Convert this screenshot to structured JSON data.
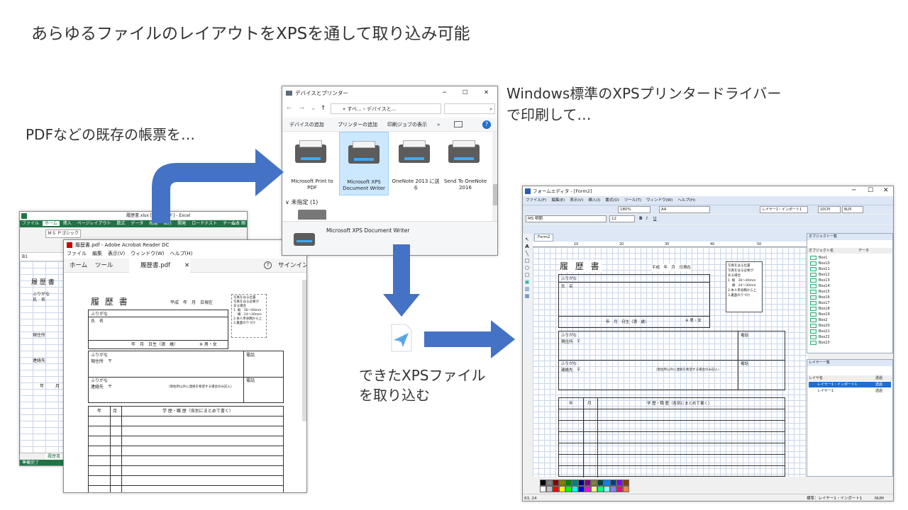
{
  "slide": {
    "title": "あらゆるファイルのレイアウトをXPSを通して取り込み可能",
    "caption_pdf": "PDFなどの既存の帳票を…",
    "caption_driver_1": "Windows標準のXPSプリンタードライバー",
    "caption_driver_2": "で印刷して…",
    "caption_xps_1": "できたXPSファイル",
    "caption_xps_2": "を取り込む"
  },
  "colors": {
    "arrow": "#4472c4",
    "excel_green": "#217346",
    "form_blue": "#cfe0f7",
    "selected": "#cce4f7"
  },
  "excel": {
    "title": "履歴書.xlsx [互換モード] - Excel",
    "tabs": [
      "ファイル",
      "ホーム",
      "挿入",
      "ページレイアウト",
      "数式",
      "データ",
      "校閲",
      "表示",
      "開発",
      "ロードテスト",
      "チーム"
    ],
    "user": "山本 剛",
    "cell_ref": "B1",
    "font": "ＭＳ Ｐゴシック",
    "sheet_tab": "履歴書",
    "status": "準備完了",
    "doc": {
      "title": "履 歴 書",
      "furigana": "ふりがな",
      "name": "氏　名",
      "address": "現住所",
      "contact": "連絡先",
      "year": "年",
      "month": "月"
    }
  },
  "pdf": {
    "title": "履歴書.pdf - Adobe Acrobat Reader DC",
    "menu": [
      "ファイル",
      "編集",
      "表示(V)",
      "ウィンドウ(W)",
      "ヘルプ(H)"
    ],
    "tabs": [
      "ホーム",
      "ツール"
    ],
    "doc_tab": "履歴書.pdf",
    "sign_in": "サインイン",
    "doc": {
      "title": "履 歴 書",
      "date": "平成　年　月　日現在",
      "photo": [
        "写真をはる位置",
        "写真をはる必要が",
        "ある場合",
        "1. 縦　36～40mm",
        "　 横　24～30mm",
        "2.本人単身胸から上",
        "3.裏面のりづけ"
      ],
      "furigana": "ふりがな",
      "name": "氏　名",
      "birth": "年　月　日生（満　歳）",
      "sex": "※ 男・女",
      "address": "現住所　〒",
      "phone": "電話",
      "contact": "連絡先　〒",
      "contact_note": "（現住所以外に連絡を希望する場合のみ記入）",
      "history_year": "年",
      "history_month": "月",
      "history_header": "学 歴・職 歴（各別にまとめて書く）"
    }
  },
  "devices": {
    "title": "デバイスとプリンター",
    "breadcrumb": "« すべ... › デバイスと...",
    "actions": [
      "デバイスの追加",
      "プリンターの追加",
      "印刷ジョブの表示",
      "»"
    ],
    "printers": [
      {
        "label": "Microsoft Print to PDF"
      },
      {
        "label": "Microsoft XPS Document Writer"
      },
      {
        "label": "OneNote 2013 に送る"
      },
      {
        "label": "Send To OneNote 2016"
      }
    ],
    "unspecified": "未指定 (1)",
    "footer_label": "Microsoft XPS Document Writer"
  },
  "form_editor": {
    "title": "フォームエディタ - [Form2]",
    "menu": [
      "ファイル(F)",
      "編集(E)",
      "表示(V)",
      "挿入(I)",
      "書式(O)",
      "ツール(T)",
      "ウィンドウ(W)",
      "ヘルプ(H)"
    ],
    "zoom": "180%",
    "paper": "A4",
    "layer_combo": "レイヤー1・インポート1",
    "cpi": "10CPI",
    "lpi": "8LPI",
    "font": "MS 明朝",
    "font_size": "12",
    "doc_tab": "Form2",
    "ruler": [
      "10",
      "20",
      "30",
      "40",
      "50"
    ],
    "doc": {
      "title": "履 歴 書",
      "date": "平成　年　月　日現在",
      "photo": [
        "写真をはる位置",
        "写真をはる必要が",
        "ある場合",
        "1. 縦　36～40mm",
        "　 横　24～30mm",
        "2.本人単身胸から上",
        "3.裏面のりづけ"
      ],
      "furigana": "ふりがな",
      "name": "氏　名",
      "birth": "年　月　日生（満　歳）",
      "sex": "※ 男・女",
      "address": "現住所　〒",
      "phone": "電話",
      "contact": "連絡先　〒",
      "contact_note": "（現住所以外に連絡を希望する場合のみ記入）",
      "history_year": "年",
      "history_month": "月",
      "history_header": "学 歴・職 歴（各別にまとめて書く）"
    },
    "object_panel": {
      "title": "オブジェクト一覧",
      "col_name": "オブジェクト名",
      "col_data": "データ",
      "items": [
        "Box1",
        "Box10",
        "Box11",
        "Box12",
        "Box13",
        "Box14",
        "Box15",
        "Box16",
        "Box17",
        "Box18",
        "Box19",
        "Box2",
        "Box20",
        "Box21",
        "Box22",
        "Box23"
      ]
    },
    "layer_panel": {
      "title": "レイヤー一覧",
      "col_name": "レイヤ名",
      "col_state": "透過",
      "rows": [
        {
          "name": "レイヤー1・インポート1",
          "state": "透過"
        },
        {
          "name": "レイヤー1",
          "state": "透過"
        }
      ]
    },
    "status_left": "63, 24",
    "status_layer": "標準：レイヤー1・インポート1",
    "status_num": "NUM",
    "palette": [
      "#000000",
      "#808080",
      "#800000",
      "#808000",
      "#008000",
      "#008080",
      "#000080",
      "#800080",
      "#808040",
      "#004040",
      "#0080ff",
      "#004080",
      "#8000ff",
      "#804000",
      "#ffffff",
      "#c0c0c0",
      "#ff0000",
      "#ffff00",
      "#00ff00",
      "#00ffff",
      "#0000ff",
      "#ff00ff",
      "#ffff80",
      "#00ff80",
      "#80ffff",
      "#8080ff",
      "#ff0080",
      "#ff8040"
    ]
  }
}
